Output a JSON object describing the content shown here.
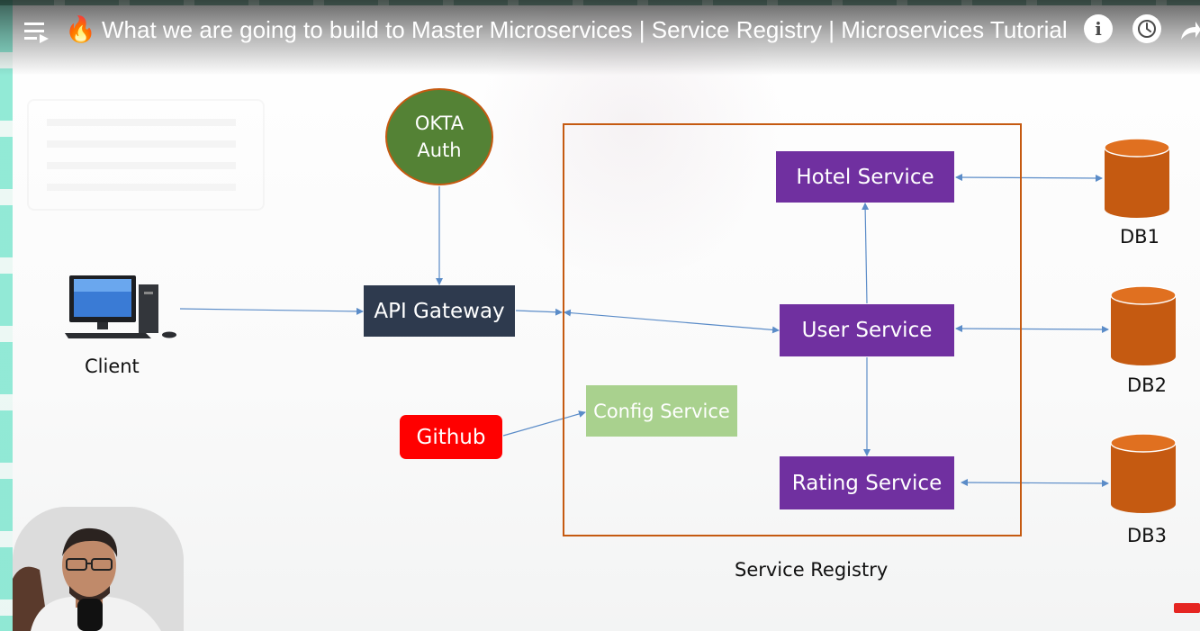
{
  "window": {
    "title": "What we are going to build to Master Microservices | Service Registry | Microservices Tutorial",
    "title_icon": "fire-emoji",
    "buttons": [
      {
        "name": "playlist",
        "icon": "playlist-icon"
      },
      {
        "name": "info",
        "icon": "info-icon",
        "glyph": "i"
      },
      {
        "name": "watch-later",
        "icon": "clock-icon"
      },
      {
        "name": "share",
        "icon": "share-icon"
      }
    ]
  },
  "diagram": {
    "okta": {
      "line1": "OKTA",
      "line2": "Auth"
    },
    "client": "Client",
    "api_gateway": "API Gateway",
    "github": "Github",
    "config_service": "Config Service",
    "hotel_service": "Hotel Service",
    "user_service": "User Service",
    "rating_service": "Rating Service",
    "service_registry": "Service Registry",
    "databases": [
      "DB1",
      "DB2",
      "DB3"
    ]
  },
  "colors": {
    "service_purple": "#7030a0",
    "gateway_navy": "#2e3a4e",
    "okta_green": "#548235",
    "github_red": "#ff0000",
    "config_green": "#a9d18e",
    "db_orange": "#c55a11",
    "arrow_blue": "#5b8cc8"
  }
}
